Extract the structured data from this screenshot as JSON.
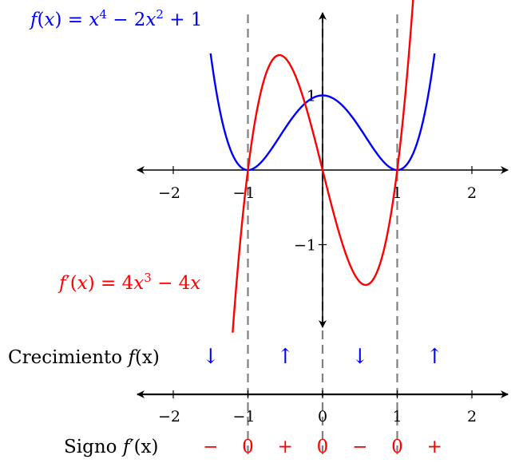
{
  "chart_data": [
    {
      "type": "line",
      "title": "",
      "xlabel": "",
      "ylabel": "",
      "xlim": [
        -2.5,
        2.5
      ],
      "ylim": [
        -2.1,
        2.05
      ],
      "x_ticks": [
        -2,
        -1,
        1,
        2
      ],
      "x_tick_labels": [
        "−2",
        "−1",
        "1",
        "2"
      ],
      "y_ticks": [
        1,
        -1
      ],
      "y_tick_labels": [
        "1",
        "−1"
      ],
      "vertical_dashed_lines_x": [
        -1,
        0,
        1
      ],
      "series": [
        {
          "name": "f(x) = x⁴ − 2x² + 1",
          "formula": "x^4 - 2x^2 + 1",
          "domain": [
            -1.5,
            1.5
          ],
          "color": "#0000ff",
          "points": [
            [
              -1.5,
              1.5625
            ],
            [
              -1.25,
              0.3164
            ],
            [
              -1.0,
              0
            ],
            [
              -0.75,
              0.1914
            ],
            [
              -0.5,
              0.5625
            ],
            [
              -0.25,
              0.8789
            ],
            [
              0,
              1
            ],
            [
              0.25,
              0.8789
            ],
            [
              0.5,
              0.5625
            ],
            [
              0.75,
              0.1914
            ],
            [
              1.0,
              0
            ],
            [
              1.25,
              0.3164
            ],
            [
              1.5,
              1.5625
            ]
          ]
        },
        {
          "name": "f′(x) = 4x³ − 4x",
          "formula": "4x^3 - 4x",
          "domain": [
            -1.205,
            1.222
          ],
          "color": "#ff0000",
          "points": [
            [
              -1.2,
              -2.112
            ],
            [
              -1.0,
              0
            ],
            [
              -0.8,
              1.152
            ],
            [
              -0.577,
              1.5396
            ],
            [
              -0.4,
              1.344
            ],
            [
              -0.2,
              0.768
            ],
            [
              0,
              0
            ],
            [
              0.2,
              -0.768
            ],
            [
              0.4,
              -1.344
            ],
            [
              0.577,
              -1.5396
            ],
            [
              0.8,
              -1.152
            ],
            [
              1.0,
              0
            ],
            [
              1.2,
              2.112
            ]
          ]
        }
      ],
      "labels": {
        "f_name": "f",
        "f_rhs": " = ",
        "f_x": "x",
        "f_exp4": "4",
        "f_minus": " − 2",
        "f_x2": "x",
        "f_exp2": "2",
        "f_plus": " + 1",
        "fp_name": "f",
        "fp_prime": "′",
        "fp_rhs": " = 4",
        "fp_x": "x",
        "fp_exp3": "3",
        "fp_minus": " − 4",
        "fp_x2": "x"
      }
    },
    {
      "type": "table",
      "title": "",
      "x_ticks": [
        -2,
        -1,
        0,
        1,
        2
      ],
      "x_tick_labels": [
        "−2",
        "−1",
        "0",
        "1",
        "2"
      ],
      "rows": [
        {
          "label_text": "Crecimiento ",
          "label_func": "f",
          "label_arg": "(x)",
          "color": "#0000ff",
          "cells": [
            {
              "x": -1.5,
              "symbol": "↓"
            },
            {
              "x": -0.5,
              "symbol": "↑"
            },
            {
              "x": 0.5,
              "symbol": "↓"
            },
            {
              "x": 1.5,
              "symbol": "↑"
            }
          ]
        },
        {
          "label_text": "Signo ",
          "label_func": "f′",
          "label_arg": "(x)",
          "color": "#ff0000",
          "cells": [
            {
              "x": -1.5,
              "symbol": "−"
            },
            {
              "x": -1.0,
              "symbol": "0"
            },
            {
              "x": -0.5,
              "symbol": "+"
            },
            {
              "x": 0.0,
              "symbol": "0"
            },
            {
              "x": 0.5,
              "symbol": "−"
            },
            {
              "x": 1.0,
              "symbol": "0"
            },
            {
              "x": 1.5,
              "symbol": "+"
            }
          ]
        }
      ]
    }
  ],
  "colors": {
    "f": "#0000ff",
    "fprime": "#ff0000",
    "axis": "#000000",
    "dashed": "#808080"
  }
}
